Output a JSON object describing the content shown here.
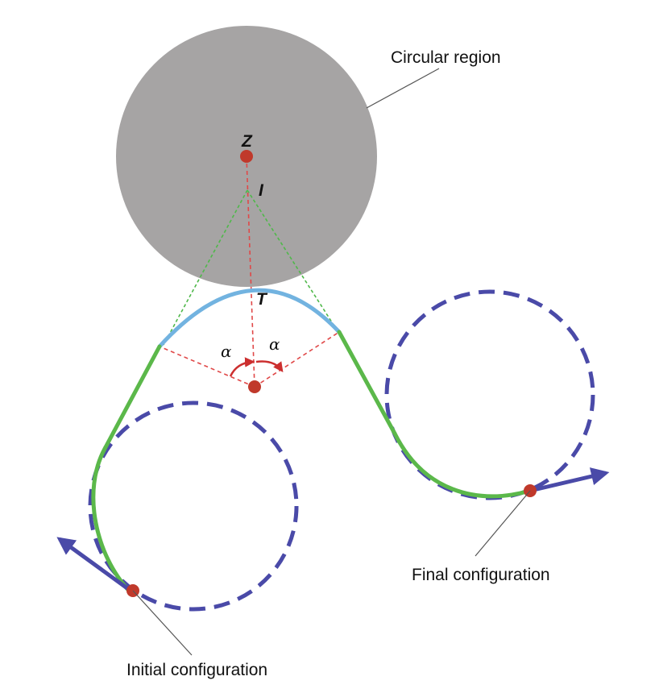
{
  "labels": {
    "circular_region": "Circular region",
    "initial_configuration": "Initial configuration",
    "final_configuration": "Final configuration"
  },
  "points": {
    "z": "Z",
    "i": "I",
    "t": "T"
  },
  "angles": {
    "left": "α",
    "right": "α"
  },
  "colors": {
    "region_fill": "#a6a4a4",
    "path_green": "#5bb84a",
    "arc_blue": "#72b3e0",
    "dashed_circle": "#4a4aa8",
    "point_red": "#c0392b",
    "construction_red": "#e04848",
    "construction_green": "#4fb84a"
  }
}
